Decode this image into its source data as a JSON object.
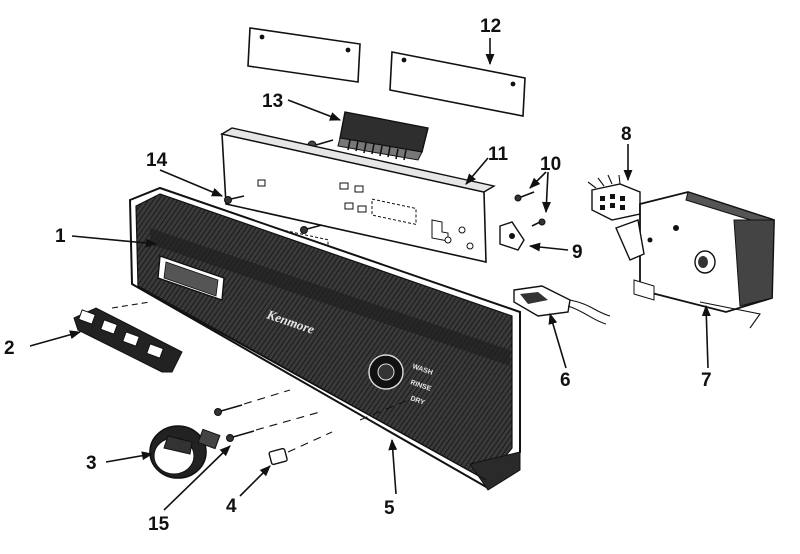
{
  "diagram": {
    "brand_label": "Kenmore",
    "dial_labels": [
      "WASH",
      "RINSE",
      "DRY"
    ],
    "callouts": [
      {
        "id": "1",
        "label": "1"
      },
      {
        "id": "2",
        "label": "2"
      },
      {
        "id": "3",
        "label": "3"
      },
      {
        "id": "4",
        "label": "4"
      },
      {
        "id": "5",
        "label": "5"
      },
      {
        "id": "6",
        "label": "6"
      },
      {
        "id": "7",
        "label": "7"
      },
      {
        "id": "8",
        "label": "8"
      },
      {
        "id": "9",
        "label": "9"
      },
      {
        "id": "10",
        "label": "10"
      },
      {
        "id": "11",
        "label": "11"
      },
      {
        "id": "12",
        "label": "12"
      },
      {
        "id": "13",
        "label": "13"
      },
      {
        "id": "14",
        "label": "14"
      },
      {
        "id": "15",
        "label": "15"
      }
    ]
  }
}
